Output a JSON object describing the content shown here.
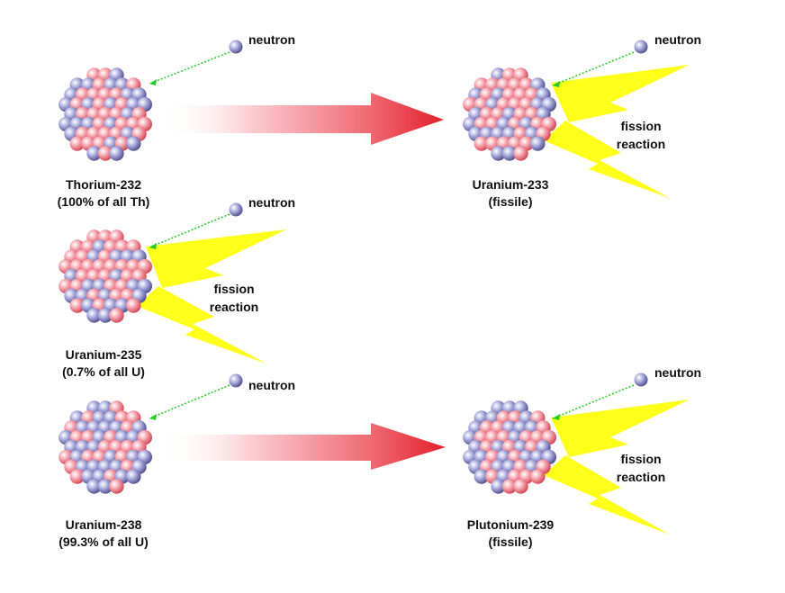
{
  "nuclei": {
    "thorium_232": {
      "name": "Thorium-232",
      "note": "(100% of all Th)"
    },
    "uranium_233": {
      "name": "Uranium-233",
      "note": "(fissile)"
    },
    "uranium_235": {
      "name": "Uranium-235",
      "note": "(0.7% of all U)"
    },
    "uranium_238": {
      "name": "Uranium-238",
      "note": "(99.3% of all U)"
    },
    "plutonium_239": {
      "name": "Plutonium-239",
      "note": "(fissile)"
    }
  },
  "neutron_label": "neutron",
  "fission_label": {
    "line1": "fission",
    "line2": "reaction"
  },
  "colors": {
    "proton": "#f07a86",
    "neutron": "#8c8cc8",
    "arrow": "#e8202a",
    "lightning": "#ffff1a",
    "neutron_path": "#22cc22"
  }
}
